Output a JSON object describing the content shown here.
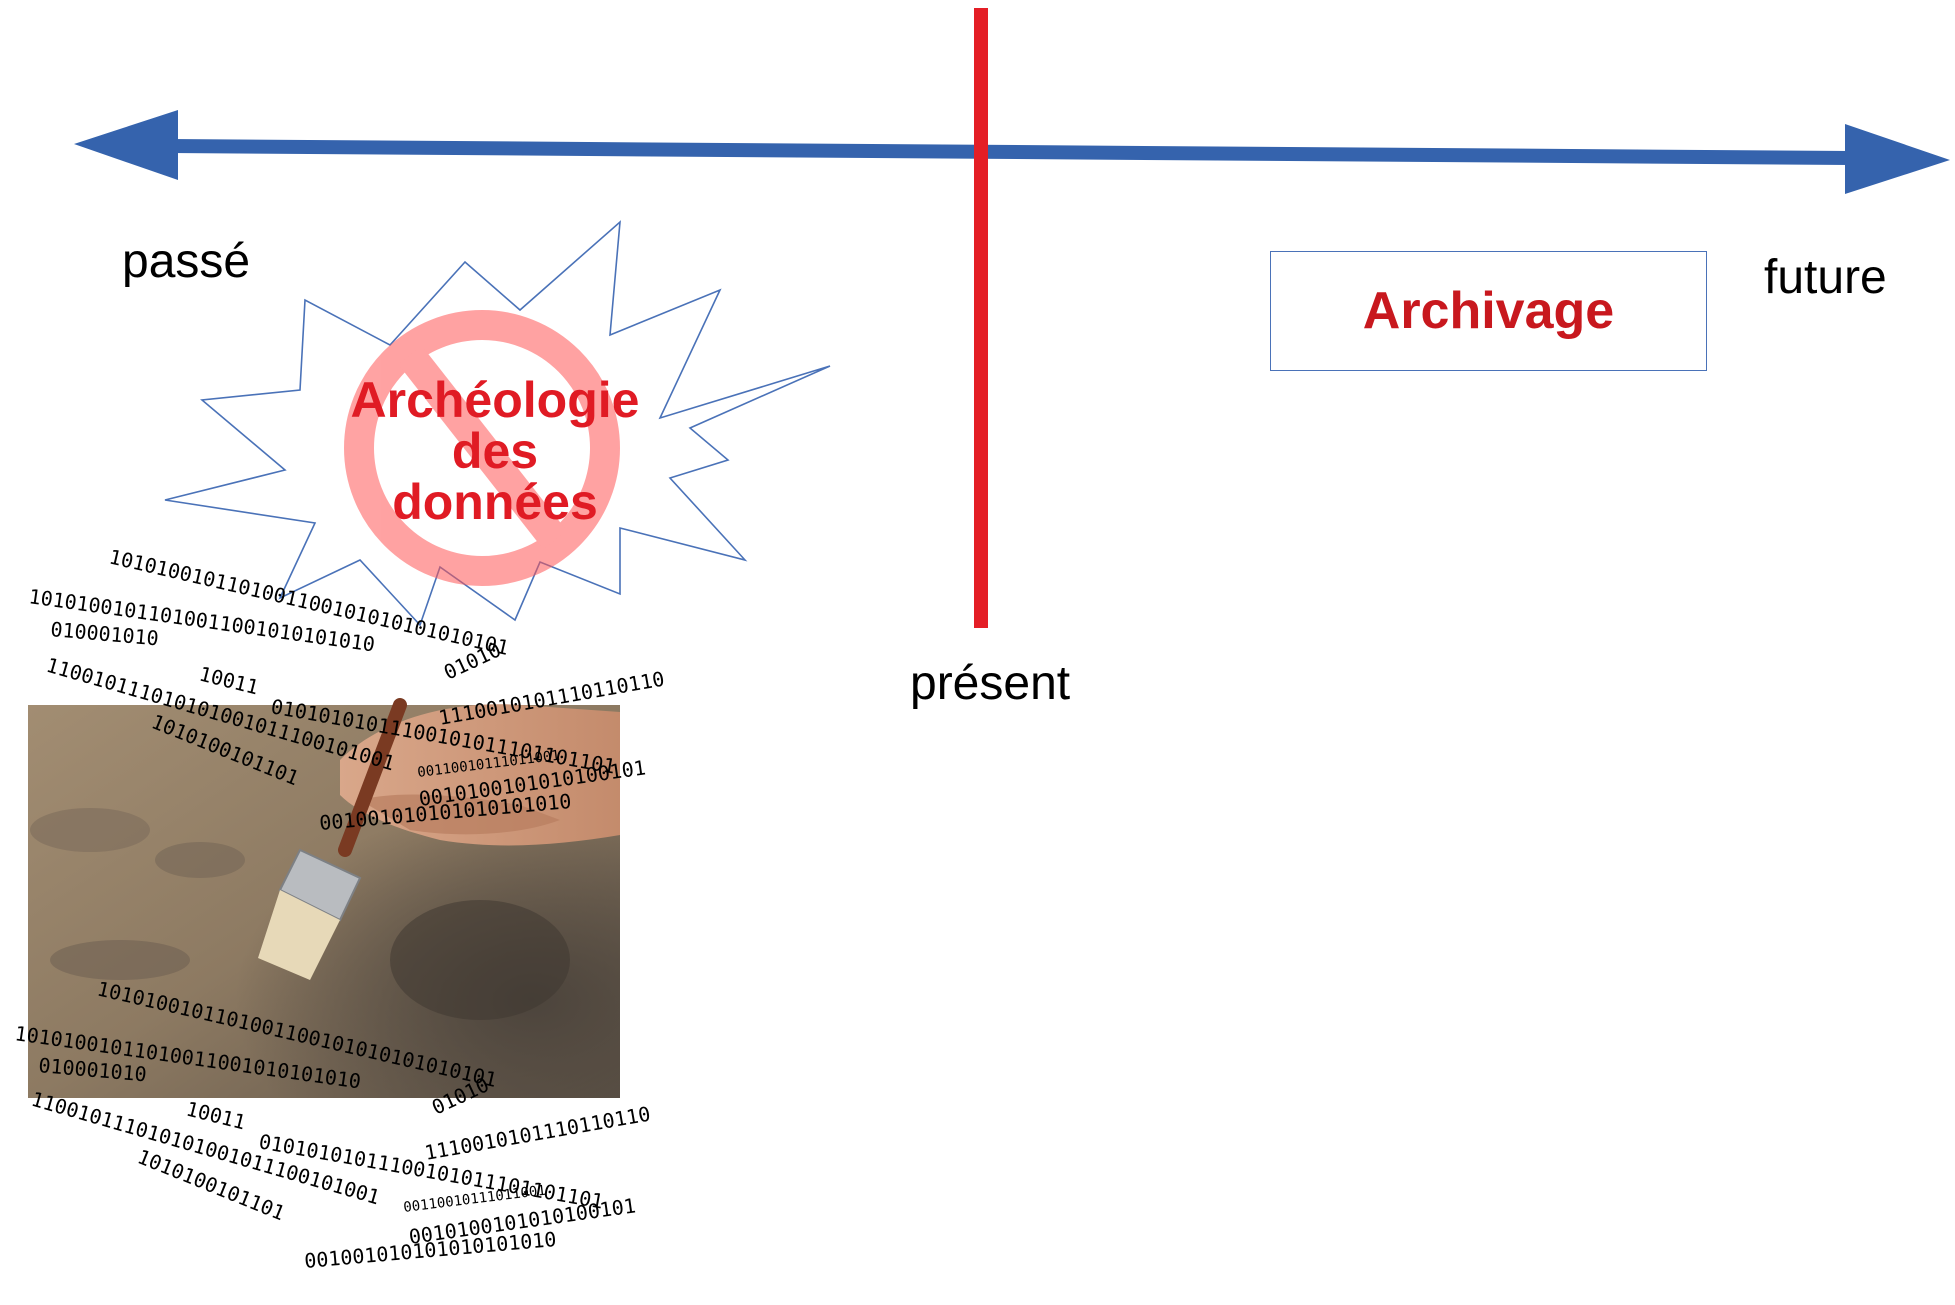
{
  "timeline": {
    "past_label": "passé",
    "present_label": "présent",
    "future_label": "future",
    "axis_color": "#3563ad",
    "present_line_color": "#e41e26"
  },
  "archive": {
    "label": "Archivage",
    "color": "#c8181e"
  },
  "archeology": {
    "line1": "Archéologie",
    "line2": "des",
    "line3": "données",
    "prohibition_icon": "no-entry-icon",
    "burst_shape": "explosion-outline"
  },
  "binary_streams_top": [
    "1010100101101001100101010101010101",
    "10101001011010011001010101010",
    "010001010",
    "110010111010101001011100101001",
    "10011",
    "01010101011100101011101101101",
    "1010100101101",
    "01010",
    "1110010101110110110",
    "00110010111011001",
    "001001010101010101010",
    "0010100101010100101"
  ],
  "binary_streams_bottom": [
    "1010100101101001100101010101010101",
    "10101001011010011001010101010",
    "010001010",
    "110010111010101001011100101001",
    "10011",
    "01010101011100101011101101101",
    "1010100101101",
    "01010",
    "1110010101110110110",
    "00110010111011001",
    "001001010101010101010",
    "0010100101010100101"
  ],
  "photo": {
    "subject": "archaeologist-brush-photo"
  }
}
